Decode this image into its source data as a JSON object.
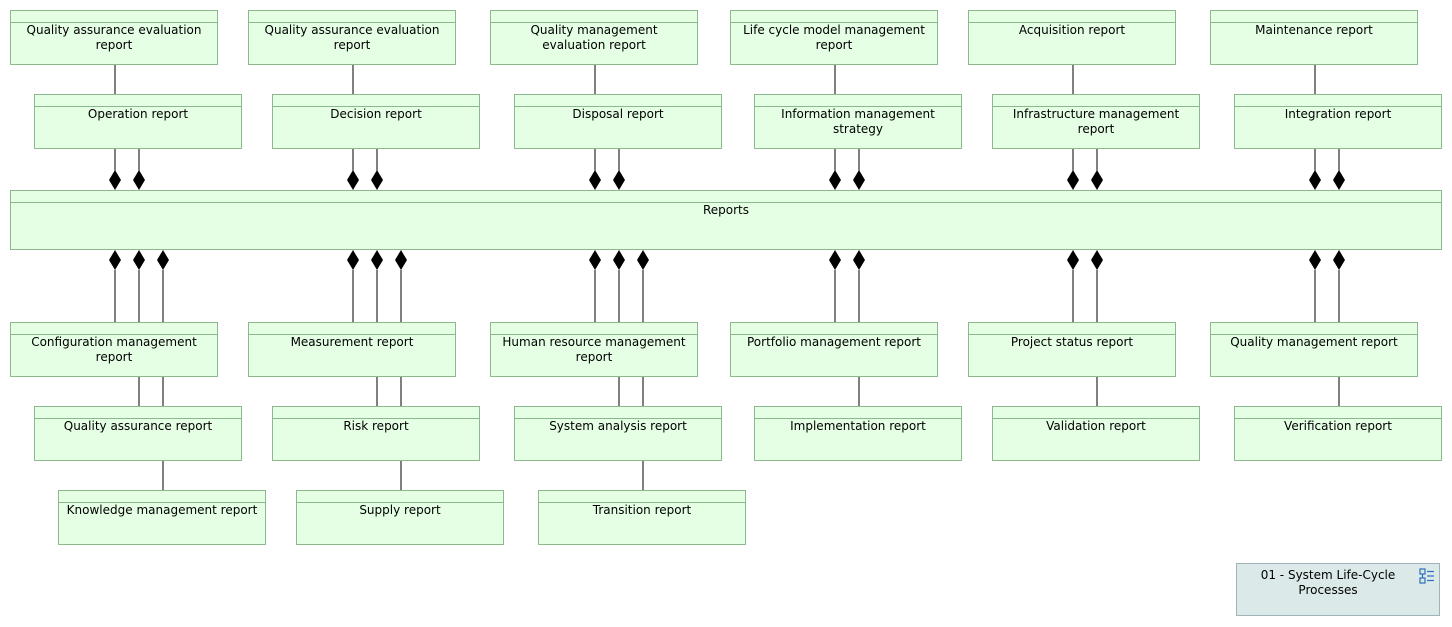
{
  "diagram": {
    "root": "Reports",
    "parts": [
      "Quality assurance evaluation report",
      "Quality assurance evaluation report",
      "Quality management evaluation report",
      "Life cycle model management report",
      "Acquisition report",
      "Maintenance report",
      "Operation report",
      "Decision report",
      "Disposal report",
      "Information management strategy",
      "Infrastructure management report",
      "Integration report",
      "Configuration management report",
      "Measurement report",
      "Human resource management report",
      "Portfolio management report",
      "Project status report",
      "Quality management report",
      "Quality assurance report",
      "Risk report",
      "System analysis report",
      "Implementation report",
      "Validation report",
      "Verification report",
      "Knowledge management report",
      "Supply report",
      "Transition report"
    ],
    "reference": {
      "label": "01 - System Life-Cycle Processes",
      "icon": "diagram-icon"
    }
  },
  "colors": {
    "block_fill": "#e5ffe5",
    "block_border": "#8bb98b",
    "reference_fill": "#dce9e9",
    "reference_border": "#9fb4b8",
    "icon": "#2a6fb8"
  }
}
